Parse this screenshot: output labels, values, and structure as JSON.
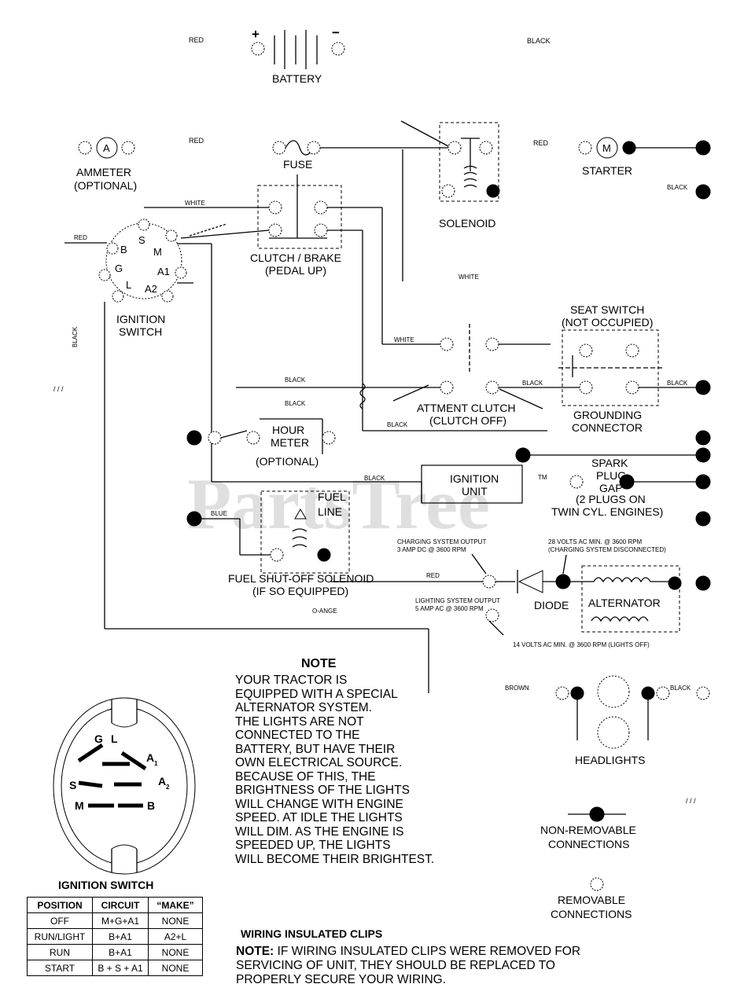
{
  "watermark": "PartsTree",
  "trademark": "TM",
  "components": {
    "battery": "BATTERY",
    "battery_plus": "+",
    "battery_minus": "−",
    "ammeter_letter": "A",
    "ammeter": [
      "AMMETER",
      "(OPTIONAL)"
    ],
    "fuse": "FUSE",
    "solenoid": "SOLENOID",
    "starter_letter": "M",
    "starter": "STARTER",
    "ignition_switch": [
      "IGNITION",
      "SWITCH"
    ],
    "switch_terminals": {
      "b": "B",
      "s": "S",
      "m": "M",
      "g": "G",
      "a1": "A1",
      "l": "L",
      "a2": "A2"
    },
    "clutch_brake": [
      "CLUTCH / BRAKE",
      "(PEDAL UP)"
    ],
    "seat_switch": [
      "SEAT SWITCH",
      "(NOT OCCUPIED)"
    ],
    "attachment_clutch": [
      "ATTMENT CLUTCH",
      "(CLUTCH OFF)"
    ],
    "grounding_connector": [
      "GROUNDING",
      "CONNECTOR"
    ],
    "hour_meter": [
      "HOUR",
      "METER",
      "(OPTIONAL)"
    ],
    "ignition_unit": [
      "IGNITION",
      "UNIT"
    ],
    "spark_plug": [
      "SPARK",
      "PLUG",
      "GAP",
      "(2 PLUGS ON",
      "TWIN CYL. ENGINES)"
    ],
    "fuel_line": [
      "FUEL",
      "LINE"
    ],
    "fuel_solenoid": [
      "FUEL SHUT-OFF SOLENOID",
      "(IF SO EQUIPPED)"
    ],
    "diode": "DIODE",
    "alternator": "ALTERNATOR",
    "headlights": "HEADLIGHTS"
  },
  "wire_colors": {
    "red": "RED",
    "black": "BLACK",
    "white": "WHITE",
    "blue": "BLUE",
    "orange": "O-ANGE",
    "brown": "BROWN"
  },
  "specs": {
    "charging_output": [
      "CHARGING SYSTEM OUTPUT",
      "3 AMP DC @ 3600 RPM"
    ],
    "lighting_output": [
      "LIGHTING SYSTEM OUTPUT",
      "5 AMP AC @ 3600 RPM"
    ],
    "volts_28": [
      "28 VOLTS AC MIN. @ 3600 RPM",
      "(CHARGING SYSTEM DISCONNECTED)"
    ],
    "volts_14": "14 VOLTS AC MIN. @ 3600 RPM (LIGHTS OFF)"
  },
  "note": {
    "title": "NOTE",
    "lines": [
      "YOUR TRACTOR IS",
      "EQUIPPED WITH A SPECIAL",
      "ALTERNATOR SYSTEM.",
      "THE LIGHTS ARE NOT",
      "CONNECTED TO THE",
      "BATTERY, BUT HAVE THEIR",
      "OWN ELECTRICAL SOURCE.",
      "BECAUSE OF THIS, THE",
      "BRIGHTNESS OF THE LIGHTS",
      "WILL CHANGE WITH ENGINE",
      "SPEED.  AT IDLE THE LIGHTS",
      "WILL DIM.  AS THE ENGINE IS",
      "SPEEDED UP, THE LIGHTS",
      "WILL BECOME THEIR BRIGHTEST."
    ]
  },
  "legend": {
    "non_removable": [
      "NON-REMOVABLE",
      "CONNECTIONS"
    ],
    "removable": [
      "REMOVABLE",
      "CONNECTIONS"
    ]
  },
  "wiring_clips": {
    "title": "WIRING INSULATED CLIPS",
    "note_label": "NOTE:",
    "lines": [
      " IF WIRING INSULATED CLIPS WERE REMOVED FOR",
      "SERVICING OF UNIT, THEY SHOULD BE REPLACED TO",
      "PROPERLY SECURE YOUR WIRING."
    ]
  },
  "ignition_table": {
    "title": "IGNITION SWITCH",
    "face_labels": {
      "g": "G",
      "l": "L",
      "a1": "A",
      "a1_sub": "1",
      "s": "S",
      "a2": "A",
      "a2_sub": "2",
      "m": "M",
      "b": "B"
    },
    "headers": [
      "POSITION",
      "CIRCUIT",
      "“MAKE”"
    ],
    "rows": [
      [
        "OFF",
        "M+G+A1",
        "NONE"
      ],
      [
        "RUN/LIGHT",
        "B+A1",
        "A2+L"
      ],
      [
        "RUN",
        "B+A1",
        "NONE"
      ],
      [
        "START",
        "B + S + A1",
        "NONE"
      ]
    ]
  }
}
